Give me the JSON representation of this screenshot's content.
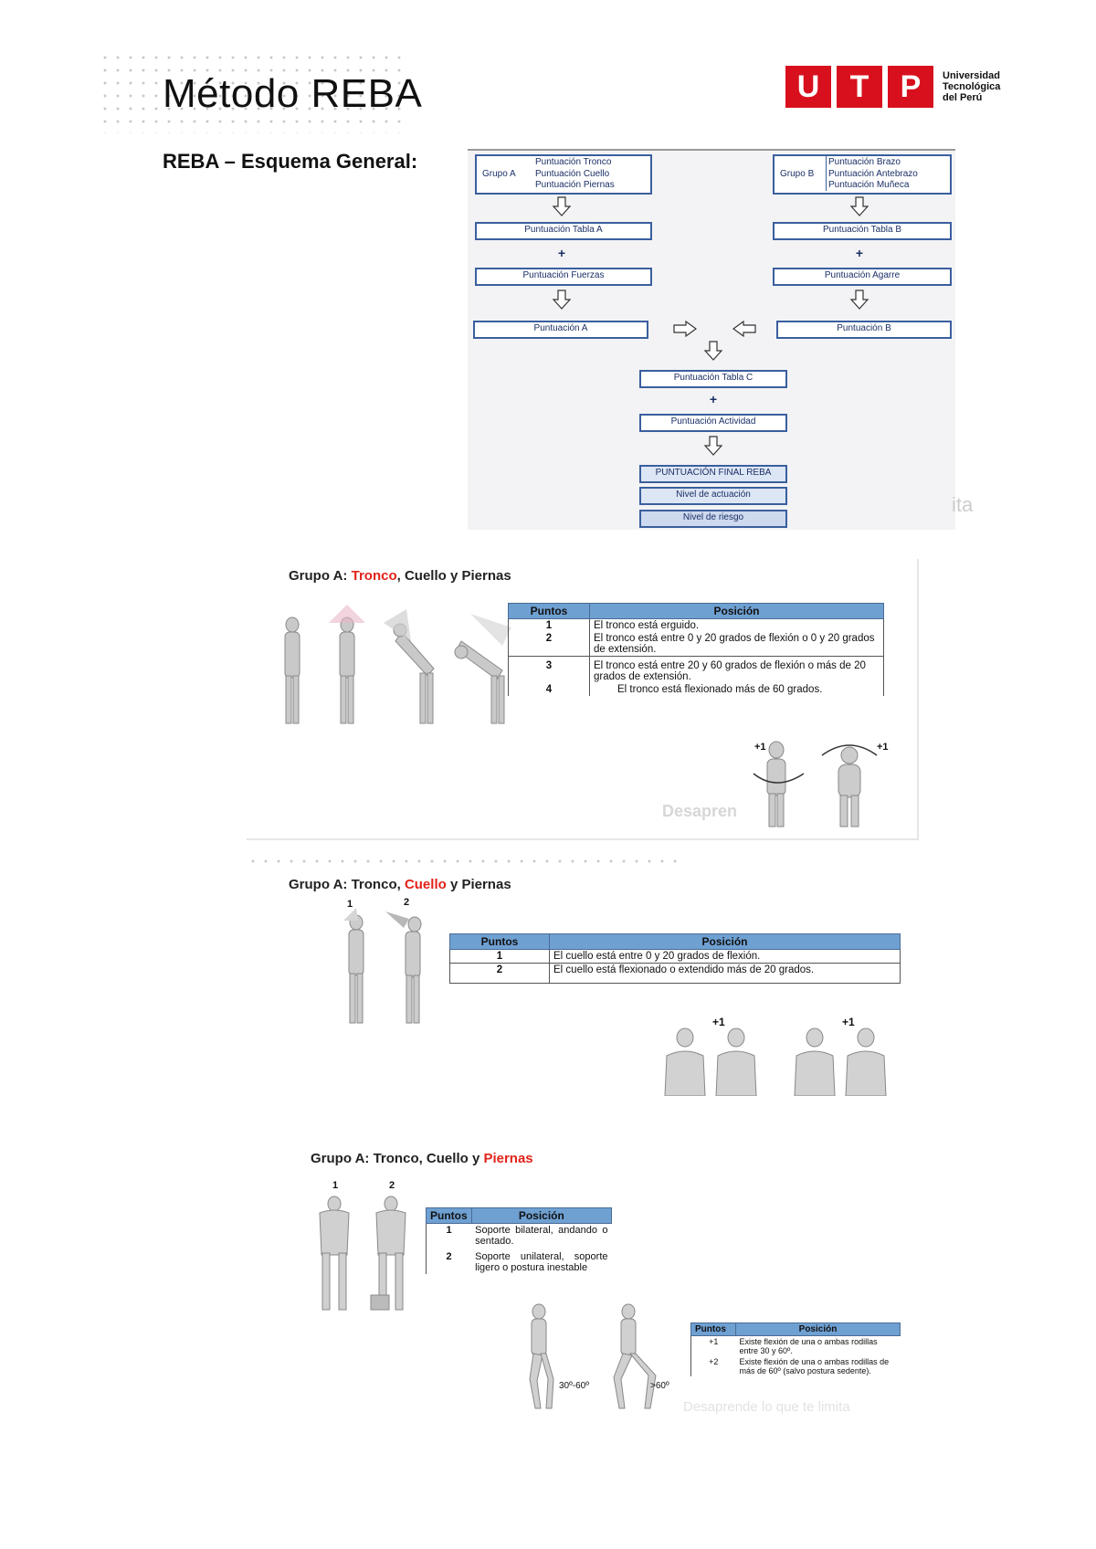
{
  "header": {
    "title": "Método REBA",
    "subtitle": "REBA – Esquema General:",
    "logo": {
      "letters": [
        "U",
        "T",
        "P"
      ],
      "lines": [
        "Universidad",
        "Tecnológica",
        "del Perú"
      ],
      "brand_color": "#d8101e"
    }
  },
  "flowchart": {
    "group_a_label": "Grupo A",
    "group_a_items": [
      "Puntuación Tronco",
      "Puntuación Cuello",
      "Puntuación Piernas"
    ],
    "group_b_label": "Grupo B",
    "group_b_items": [
      "Puntuación Brazo",
      "Puntuación Antebrazo",
      "Puntuación Muñeca"
    ],
    "table_a": "Puntuación Tabla A",
    "table_b": "Puntuación Tabla B",
    "forces": "Puntuación Fuerzas",
    "grip": "Puntuación Agarre",
    "score_a": "Puntuación A",
    "score_b": "Puntuación B",
    "table_c": "Puntuación Tabla C",
    "activity": "Puntuación Actividad",
    "final": "PUNTUACIÓN FINAL REBA",
    "action_level": "Nivel de actuación",
    "risk_level": "Nivel de riesgo",
    "plus": "+",
    "cut_text": "ita"
  },
  "trunk": {
    "title_pre": "Grupo A: ",
    "title_hl": "Tronco",
    "title_post": ", Cuello y Piernas",
    "headers": [
      "Puntos",
      "Posición"
    ],
    "rows": [
      {
        "p": "1",
        "t": "El tronco está erguido."
      },
      {
        "p": "2",
        "t": "El tronco está entre 0 y 20 grados de flexión o 0 y 20 grados de extensión."
      },
      {
        "p": "3",
        "t": "El tronco está entre 20 y 60 grados de flexión o más de 20 grados de extensión."
      },
      {
        "p": "4",
        "t": "El tronco está flexionado más de 60 grados."
      }
    ],
    "plus_left": "+1",
    "plus_right": "+1",
    "watermark": "Desapren"
  },
  "neck": {
    "title_pre": "Grupo A: Tronco, ",
    "title_hl": "Cuello",
    "title_post": " y Piernas",
    "fig_labels": [
      "1",
      "2"
    ],
    "headers": [
      "Puntos",
      "Posición"
    ],
    "rows": [
      {
        "p": "1",
        "t": "El cuello está entre 0 y 20 grados de flexión."
      },
      {
        "p": "2",
        "t": "El cuello está flexionado o extendido más de 20 grados."
      }
    ],
    "plus_labels": [
      "+1",
      "+1"
    ]
  },
  "legs": {
    "title_pre": "Grupo A: Tronco, Cuello y ",
    "title_hl": "Piernas",
    "fig_labels": [
      "1",
      "2"
    ],
    "headers": [
      "Puntos",
      "Posición"
    ],
    "rows": [
      {
        "p": "1",
        "t": "Soporte bilateral, andando o sentado."
      },
      {
        "p": "2",
        "t": "Soporte unilateral, soporte ligero o postura inestable"
      }
    ],
    "angle_labels": [
      "30º-60º",
      ">60º"
    ],
    "knee_headers": [
      "Puntos",
      "Posición"
    ],
    "knee_rows": [
      {
        "p": "+1",
        "t": "Existe flexión de una o ambas rodillas entre 30 y 60º."
      },
      {
        "p": "+2",
        "t": "Existe flexión de una o ambas rodillas de más de 60º (salvo postura sedente)."
      }
    ],
    "watermark": "Desaprende lo que te limita"
  },
  "colors": {
    "accent_red": "#e2231a",
    "table_header": "#6fa0d2",
    "flow_border": "#3a5f9e"
  }
}
